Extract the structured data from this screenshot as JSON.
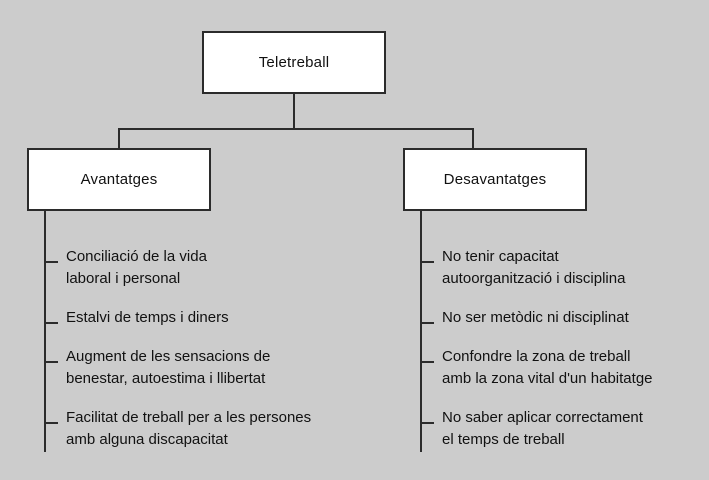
{
  "diagram": {
    "type": "tree",
    "background_color": "#cccccc",
    "box_fill_color": "#ffffff",
    "line_color": "#2b2b2b",
    "text_color": "#111111",
    "root": {
      "label": "Teletreball"
    },
    "branches": [
      {
        "label": "Avantatges",
        "items": [
          "Conciliació de la vida\nlaboral i personal",
          "Estalvi de temps i diners",
          "Augment de les sensacions de\nbenestar, autoestima i llibertat",
          "Facilitat de treball per a les persones\namb alguna discapacitat"
        ]
      },
      {
        "label": "Desavantatges",
        "items": [
          "No tenir capacitat\nautoorganització i disciplina",
          "No ser metòdic ni disciplinat",
          "Confondre la zona de treball\namb la zona vital d'un habitatge",
          "No saber aplicar correctament\nel temps de treball"
        ]
      }
    ]
  }
}
